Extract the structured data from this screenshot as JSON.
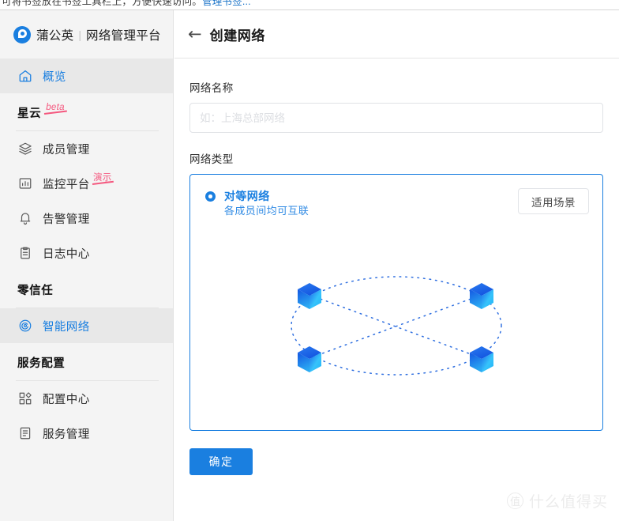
{
  "browser": {
    "bookmark_hint": "可将书签放在书签工具栏上，方便快速访问。",
    "bookmark_link": "管理书签..."
  },
  "brand": {
    "logo_icon": "dandelion-logo-icon",
    "name": "蒲公英",
    "separator": "|",
    "platform": "网络管理平台"
  },
  "sidebar": {
    "items": [
      {
        "label": "概览",
        "icon": "home-icon",
        "active": true,
        "badge": null
      },
      {
        "label": "成员管理",
        "icon": "layers-icon",
        "active": false,
        "badge": null
      },
      {
        "label": "监控平台",
        "icon": "chart-icon",
        "active": false,
        "badge": "演示"
      },
      {
        "label": "告警管理",
        "icon": "bell-icon",
        "active": false,
        "badge": null
      },
      {
        "label": "日志中心",
        "icon": "clipboard-icon",
        "active": false,
        "badge": null
      },
      {
        "label": "智能网络",
        "icon": "target-icon",
        "active": true,
        "badge": null
      },
      {
        "label": "配置中心",
        "icon": "grid-icon",
        "active": false,
        "badge": null
      },
      {
        "label": "服务管理",
        "icon": "document-list-icon",
        "active": false,
        "badge": null
      }
    ],
    "sections": [
      {
        "title": "星云",
        "badge": "beta"
      },
      {
        "title": "零信任",
        "badge": null
      },
      {
        "title": "服务配置",
        "badge": null
      }
    ]
  },
  "header": {
    "back_icon": "back-arrow-icon",
    "title": "创建网络"
  },
  "form": {
    "network_name_label": "网络名称",
    "network_name_value": "",
    "network_name_placeholder": "如：上海总部网络",
    "network_type_label": "网络类型",
    "type_option": {
      "title": "对等网络",
      "description": "各成员间均可互联",
      "selected": true
    },
    "scene_button_label": "适用场景",
    "submit_label": "确定"
  },
  "diagram": {
    "type": "peer-to-peer-mesh",
    "node_count": 4,
    "node_icon": "blue-cube-icon",
    "line_style": "dotted",
    "line_color": "#2f6fe0",
    "cube_color_top": "#1763e8",
    "cube_color_side": "#2bb7f5"
  },
  "watermark": {
    "mark": "值",
    "text": "什么值得买"
  },
  "colors": {
    "accent": "#1a7fe0",
    "badge_pink": "#f4577e",
    "sidebar_bg": "#f4f4f4",
    "sidebar_active_bg": "#e8e8e8"
  }
}
